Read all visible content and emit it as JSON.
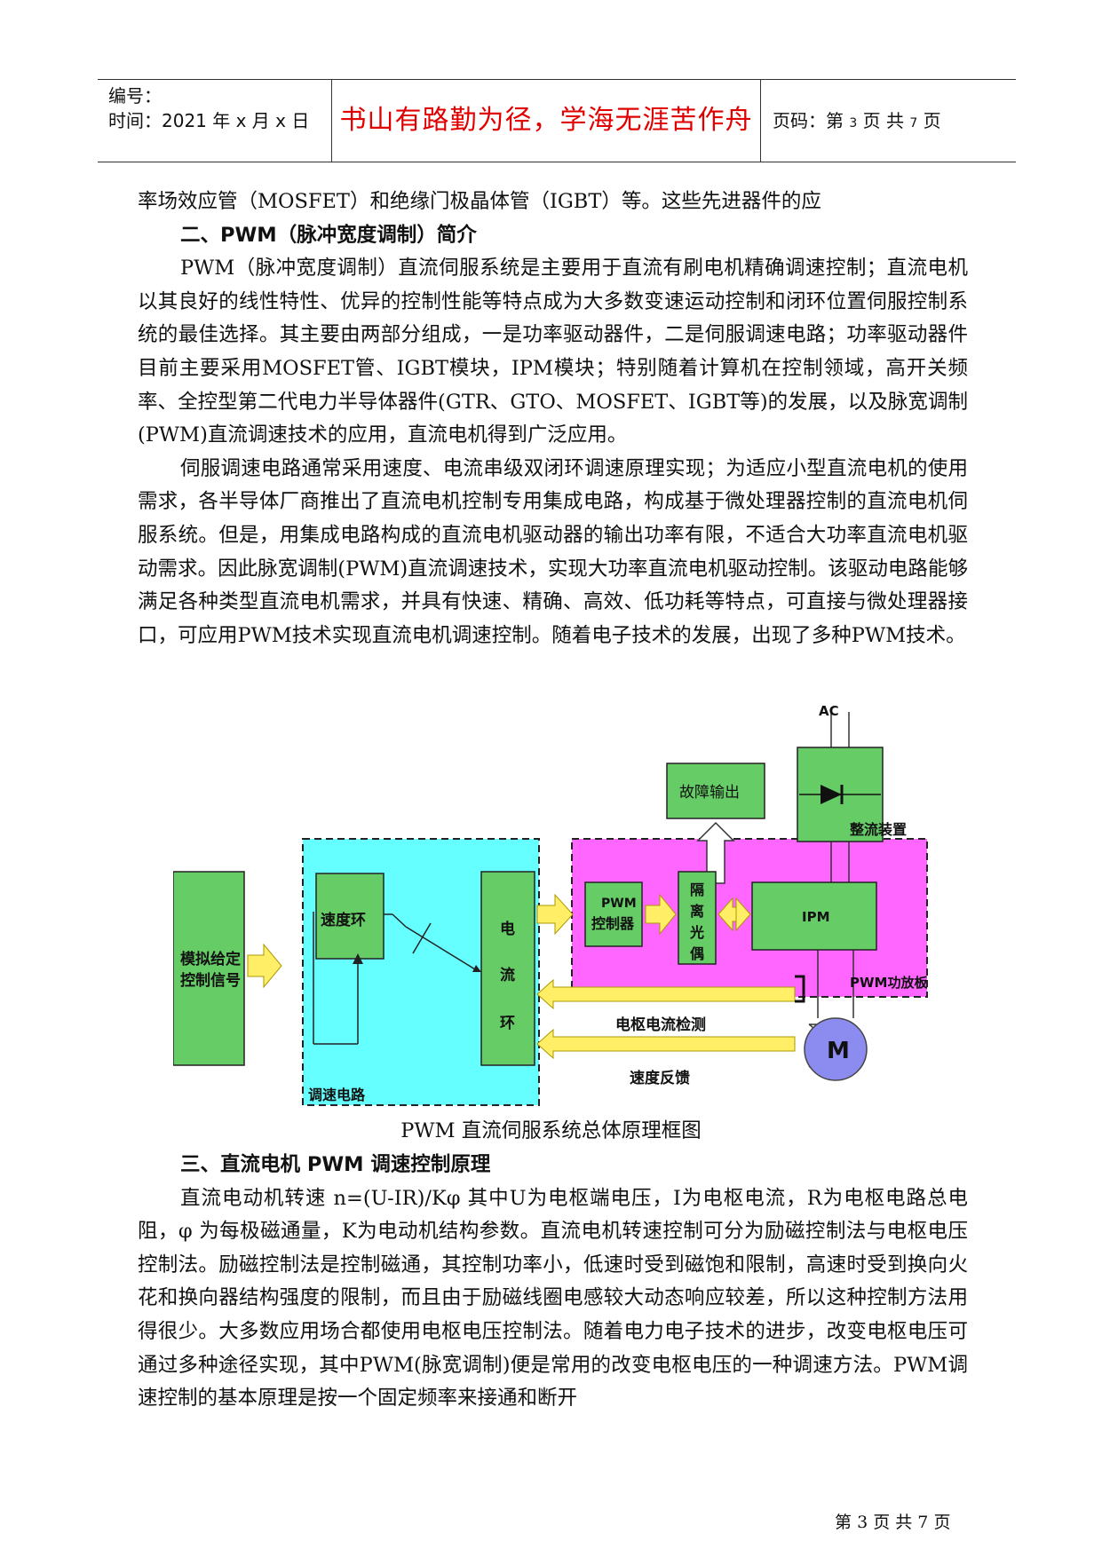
{
  "header": {
    "number_label": "编号：",
    "time_label": "时间：2021 年 x 月 x 日",
    "motto": "书山有路勤为径，学海无涯苦作舟",
    "page_prefix": "页码：第",
    "page_current": "3",
    "page_middle": "页 共",
    "page_total": "7",
    "page_suffix": "页"
  },
  "body": {
    "para_continued": "率场效应管（MOSFET）和绝缘门极晶体管（IGBT）等。这些先进器件的应",
    "heading2": "二、PWM（脉冲宽度调制）简介",
    "para1": "PWM（脉冲宽度调制）直流伺服系统是主要用于直流有刷电机精确调速控制；直流电机以其良好的线性特性、优异的控制性能等特点成为大多数变速运动控制和闭环位置伺服控制系统的最佳选择。其主要由两部分组成，一是功率驱动器件，二是伺服调速电路；功率驱动器件目前主要采用MOSFET管、IGBT模块，IPM模块；特别随着计算机在控制领域，高开关频率、全控型第二代电力半导体器件(GTR、GTO、MOSFET、IGBT等)的发展，以及脉宽调制(PWM)直流调速技术的应用，直流电机得到广泛应用。",
    "para2": "伺服调速电路通常采用速度、电流串级双闭环调速原理实现；为适应小型直流电机的使用需求，各半导体厂商推出了直流电机控制专用集成电路，构成基于微处理器控制的直流电机伺服系统。但是，用集成电路构成的直流电机驱动器的输出功率有限，不适合大功率直流电机驱动需求。因此脉宽调制(PWM)直流调速技术，实现大功率直流电机驱动控制。该驱动电路能够满足各种类型直流电机需求，并具有快速、精确、高效、低功耗等特点，可直接与微处理器接口，可应用PWM技术实现直流电机调速控制。随着电子技术的发展，出现了多种PWM技术。",
    "caption": "PWM 直流伺服系统总体原理框图",
    "heading3": "三、直流电机 PWM 调速控制原理",
    "para3": "直流电动机转速 n=(U-IR)/Kφ 其中U为电枢端电压，I为电枢电流，R为电枢电路总电阻，φ 为每极磁通量，K为电动机结构参数。直流电机转速控制可分为励磁控制法与电枢电压控制法。励磁控制法是控制磁通，其控制功率小，低速时受到磁饱和限制，高速时受到换向火花和换向器结构强度的限制，而且由于励磁线圈电感较大动态响应较差，所以这种控制方法用得很少。大多数应用场合都使用电枢电压控制法。随着电力电子技术的进步，改变电枢电压可通过多种途径实现，其中PWM(脉宽调制)便是常用的改变电枢电压的一种调速方法。PWM调速控制的基本原理是按一个固定频率来接通和断开"
  },
  "diagram": {
    "ac": "AC",
    "fault_output": "故障输出",
    "rectifier": "整流装置",
    "analog_input_line1": "模拟给定",
    "analog_input_line2": "控制信号",
    "speed_loop": "速度环",
    "current_loop_1": "电",
    "current_loop_2": "流",
    "current_loop_3": "环",
    "speed_circuit": "调速电路",
    "pwm_controller_line1": "PWM",
    "pwm_controller_line2": "控制器",
    "isolation_1": "隔",
    "isolation_2": "离",
    "isolation_3": "光",
    "isolation_4": "偶",
    "ipm": "IPM",
    "pwm_board": "PWM功放板",
    "armature_detect": "电枢电流检测",
    "speed_feedback": "速度反馈",
    "motor": "M",
    "colors": {
      "green": "#66cc66",
      "cyan": "#66ffff",
      "magenta": "#ff66ff",
      "arrow": "#ffee66",
      "motor": "#8c8cf0"
    }
  },
  "footer": {
    "prefix": "第",
    "current": "3",
    "middle": "页 共",
    "total": "7",
    "suffix": "页"
  }
}
